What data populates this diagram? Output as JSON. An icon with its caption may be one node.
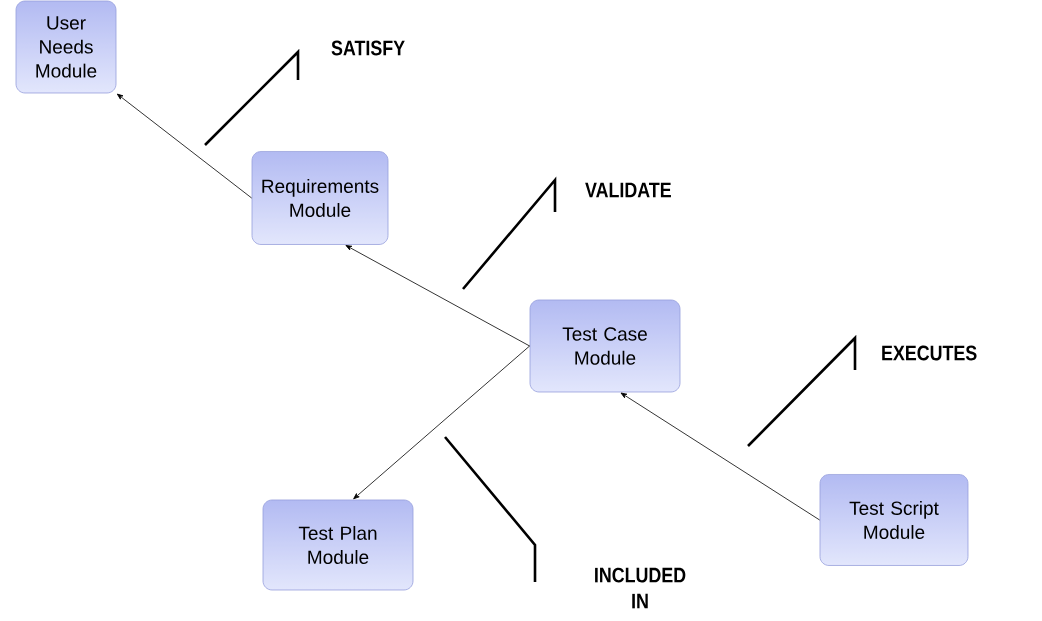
{
  "diagram": {
    "nodes": [
      {
        "text": [
          "User Needs Module"
        ]
      },
      {
        "text": [
          "Requirements Module"
        ]
      },
      {
        "text": [
          "Test Case Module"
        ]
      },
      {
        "text": [
          "Test Script Module"
        ]
      },
      {
        "text": [
          "Test Plan Module"
        ]
      }
    ],
    "edges": [
      {
        "from": 1,
        "to": 0,
        "arrow": "to"
      },
      {
        "from": 2,
        "to": 1,
        "arrow": "to"
      },
      {
        "from": 3,
        "to": 2,
        "arrow": "to"
      },
      {
        "from": 2,
        "to": 4,
        "arrow": "to"
      }
    ],
    "labels": [
      "SATISFY",
      "VALIDATE",
      "EXECUTES",
      "INCLUDED IN"
    ]
  }
}
